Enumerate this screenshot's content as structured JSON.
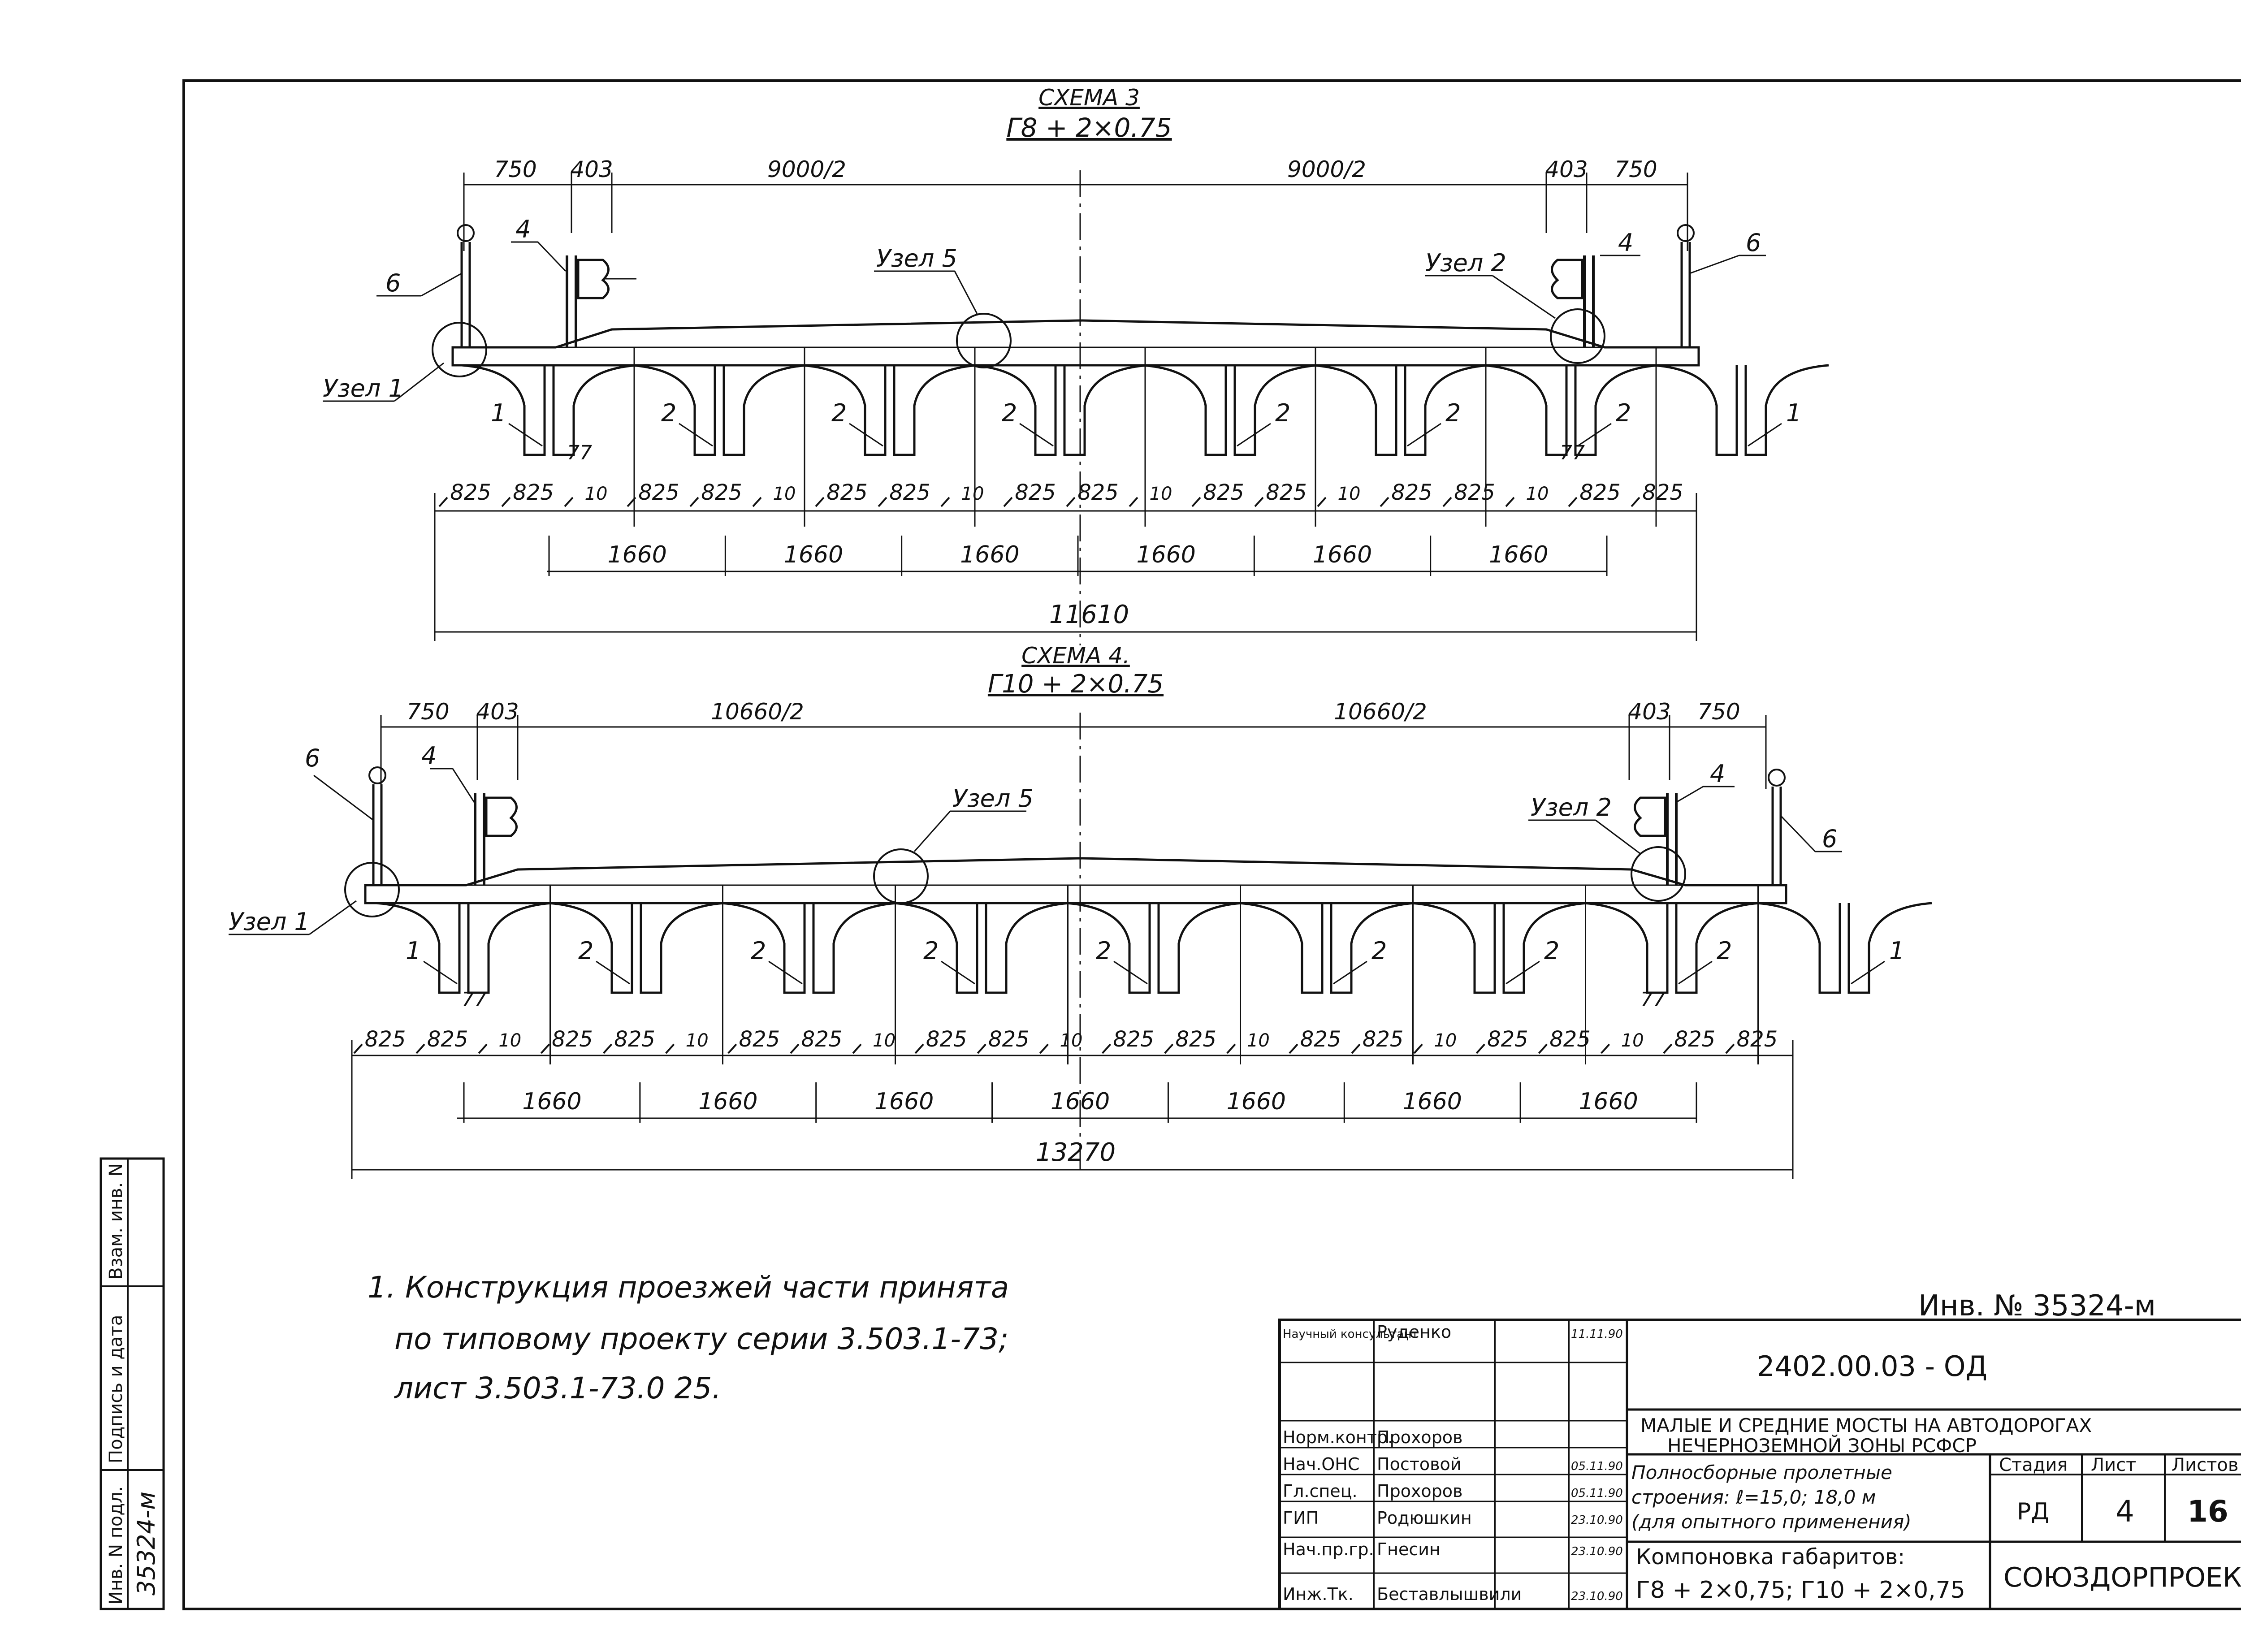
{
  "scheme3": {
    "title": "СХЕМА 3",
    "formula": "Г8 + 2×0.75",
    "top_dims": [
      "750",
      "403",
      "9000/2",
      "9000/2",
      "403",
      "750"
    ],
    "node_labels": {
      "left": "Узел 1",
      "center": "Узел 5",
      "right": "Узел 2"
    },
    "position_labels": {
      "rail_left": "6",
      "barrier_left": "4",
      "barrier_right": "4",
      "rail_right": "6"
    },
    "beam_marks": [
      "1",
      "2",
      "2",
      "2",
      "2",
      "2",
      "2",
      "1"
    ],
    "gap_77": "77",
    "row1": [
      "825",
      "825",
      "10",
      "825",
      "825",
      "10",
      "825",
      "825",
      "10",
      "825",
      "825",
      "10",
      "825",
      "825",
      "10",
      "825",
      "825",
      "10",
      "825",
      "825"
    ],
    "spacing": [
      "1660",
      "1660",
      "1660",
      "1660",
      "1660",
      "1660"
    ],
    "total": "11610"
  },
  "scheme4": {
    "title": "СХЕМА 4.",
    "formula": "Г10 + 2×0.75",
    "top_dims": [
      "750",
      "403",
      "10660/2",
      "10660/2",
      "403",
      "750"
    ],
    "node_labels": {
      "left": "Узел 1",
      "center": "Узел 5",
      "right": "Узел 2"
    },
    "position_labels": {
      "rail_left": "6",
      "barrier_left": "4",
      "barrier_right": "4",
      "rail_right": "6"
    },
    "beam_marks": [
      "1",
      "2",
      "2",
      "2",
      "2",
      "2",
      "2",
      "2",
      "1"
    ],
    "gap_77": "77",
    "row1": [
      "825",
      "825",
      "10",
      "825",
      "825",
      "10",
      "825",
      "825",
      "10",
      "825",
      "825",
      "10",
      "825",
      "825",
      "10",
      "825",
      "825",
      "10",
      "825",
      "825",
      "10",
      "825",
      "825"
    ],
    "spacing": [
      "1660",
      "1660",
      "1660",
      "1660",
      "1660",
      "1660",
      "1660"
    ],
    "total": "13270"
  },
  "notes": [
    "1. Конструкция проезжей части принята",
    "по типовому проекту серии 3.503.1-73;",
    "лист 3.503.1-73.0 25."
  ],
  "inventory": "Инв. № 35324-м",
  "side_stamp": {
    "col1": "Инв. N подл.",
    "col2": "Подпись и дата",
    "col3": "Взам. инв. N",
    "value": "35324-м"
  },
  "title_block": {
    "code": "2402.00.03 - ОД",
    "project": [
      "МАЛЫЕ И СРЕДНИЕ МОСТЫ НА АВТОДОРОГАХ",
      "НЕЧЕРНОЗЕМНОЙ ЗОНЫ РСФСР"
    ],
    "subject": [
      "Полносборные пролетные",
      "строения: ℓ=15,0; 18,0 м",
      "(для опытного применения)"
    ],
    "sheet_title": [
      "Компоновка габаритов:",
      "Г8 + 2×0,75; Г10 + 2×0,75"
    ],
    "stage_header": "Стадия",
    "sheet_header": "Лист",
    "sheets_header": "Листов",
    "stage": "РД",
    "sheet": "4",
    "sheets": "16",
    "org": "СОЮЗДОРПРОЕКТ",
    "signers": [
      {
        "role": "Научный консультант",
        "name": "Руденко",
        "date": "11.11.90"
      },
      {
        "role": "Норм.контр.",
        "name": "Прохоров",
        "date": ""
      },
      {
        "role": "Нач.ОНС",
        "name": "Постовой",
        "date": "05.11.90"
      },
      {
        "role": "Гл.спец.",
        "name": "Прохоров",
        "date": "05.11.90"
      },
      {
        "role": "ГИП",
        "name": "Родюшкин",
        "date": "23.10.90"
      },
      {
        "role": "Нач.пр.гр.",
        "name": "Гнесин",
        "date": "23.10.90"
      },
      {
        "role": "Инж.Тк.",
        "name": "Беставлышвили",
        "date": "23.10.90"
      }
    ]
  }
}
